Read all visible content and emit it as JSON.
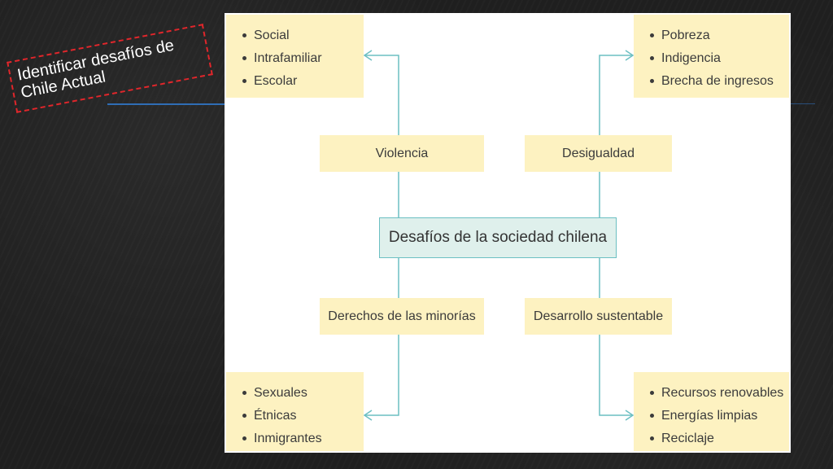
{
  "slide": {
    "title_line1": "Identificar desafíos de",
    "title_line2": "Chile Actual",
    "title_border_color": "#e0262b"
  },
  "diagram": {
    "center": "Desafíos de la sociedad chilena",
    "colors": {
      "box_fill": "#fdf2c1",
      "center_fill": "#dff0ec",
      "connector": "#6cbfc2"
    },
    "categories": {
      "violencia": {
        "label": "Violencia",
        "items": [
          "Social",
          "Intrafamiliar",
          "Escolar"
        ]
      },
      "desigualdad": {
        "label": "Desigualdad",
        "items": [
          "Pobreza",
          "Indigencia",
          "Brecha de ingresos"
        ]
      },
      "minorias": {
        "label": "Derechos de las minorías",
        "items": [
          "Sexuales",
          "Étnicas",
          "Inmigrantes"
        ]
      },
      "sustentable": {
        "label": "Desarrollo sustentable",
        "items": [
          "Recursos renovables",
          "Energías limpias",
          "Reciclaje"
        ]
      }
    }
  }
}
